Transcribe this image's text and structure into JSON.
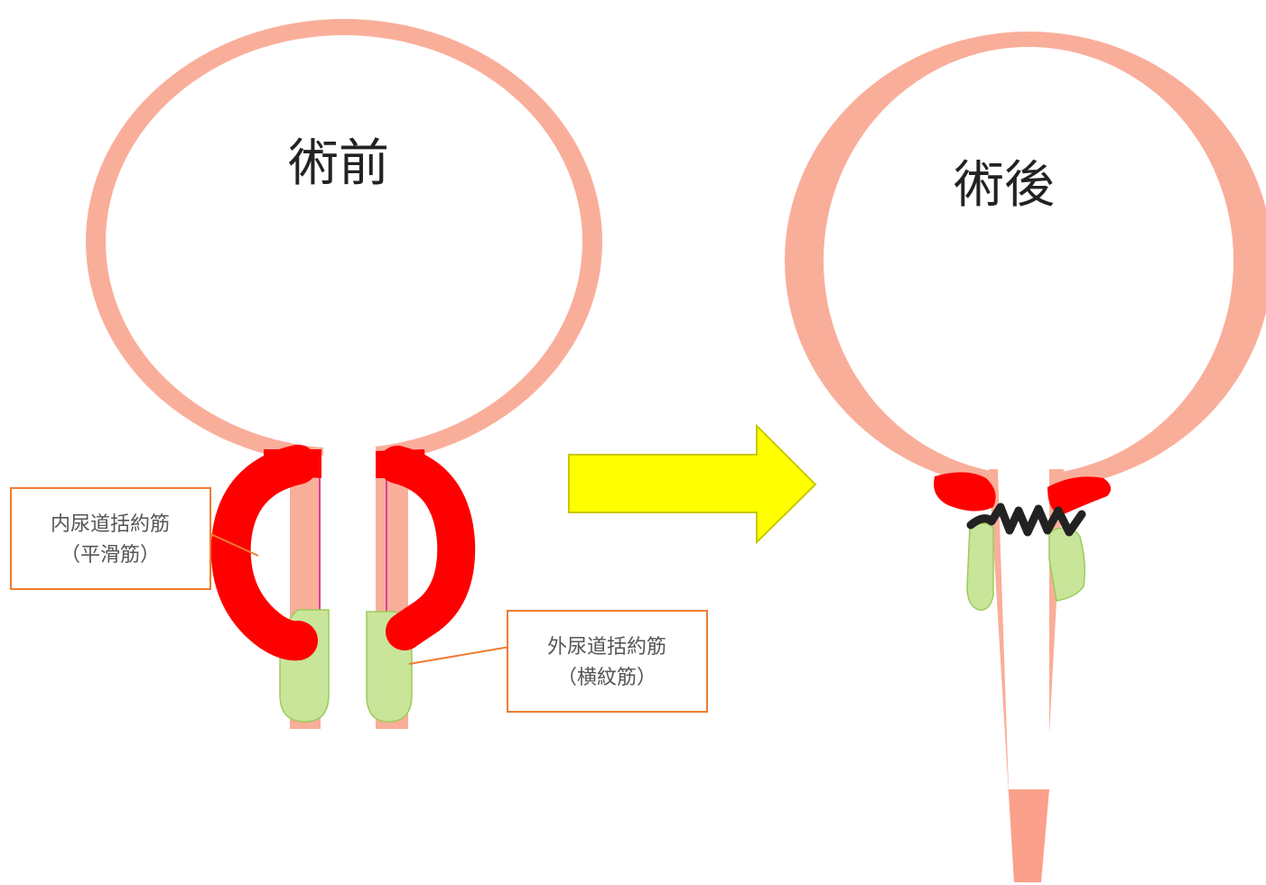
{
  "before": {
    "title": "術前",
    "internal_sphincter_label": {
      "line1": "内尿道括約筋",
      "line2": "（平滑筋）"
    },
    "external_sphincter_label": {
      "line1": "外尿道括約筋",
      "line2": "（横紋筋）"
    }
  },
  "after": {
    "title": "術後"
  },
  "colors": {
    "bladder_wall": "#f9ae9a",
    "internal_sphincter": "#ff0000",
    "external_sphincter": "#c9e59a",
    "external_sphincter_outline": "#9ccb5a",
    "arrow_fill": "#ffff00",
    "arrow_outline": "#c8c800",
    "callout_border": "#ed7d31",
    "suture": "#222222",
    "inner_line": "#e0409a"
  }
}
